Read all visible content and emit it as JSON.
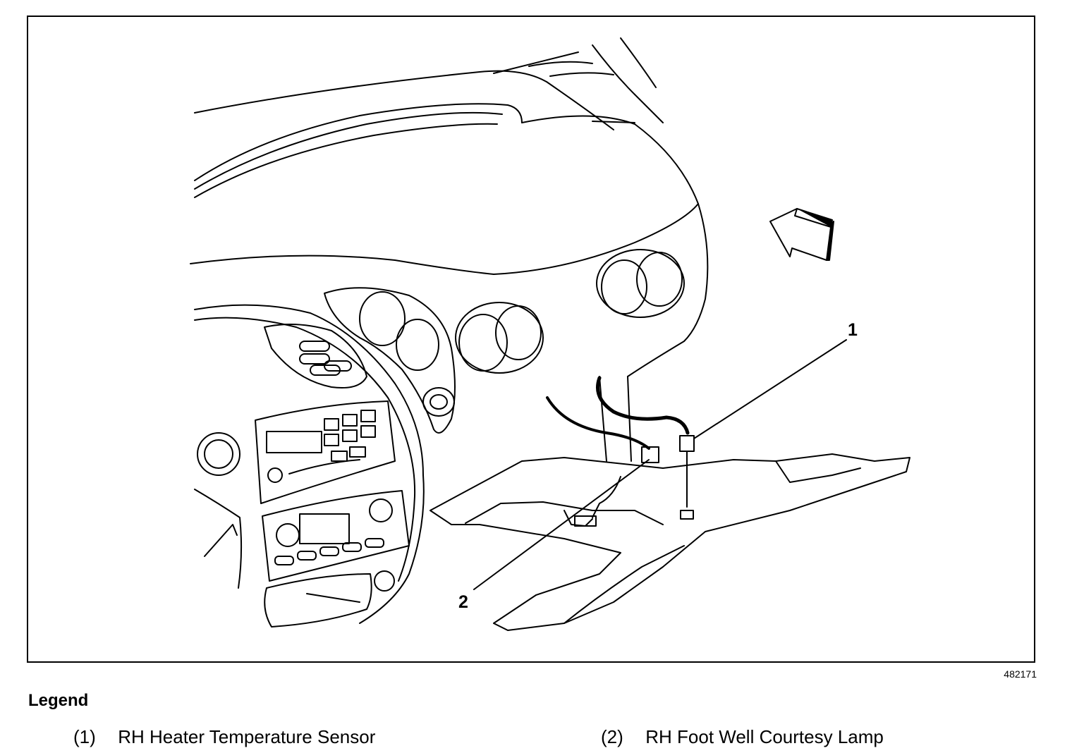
{
  "figure": {
    "id_number": "482171",
    "callouts": [
      {
        "number": "1",
        "target": "RH Heater Temperature Sensor"
      },
      {
        "number": "2",
        "target": "RH Foot Well Courtesy Lamp"
      }
    ],
    "icons": [
      "view-direction-arrow-icon"
    ]
  },
  "legend": {
    "title": "Legend",
    "items": [
      {
        "number": "(1)",
        "label": "RH Heater Temperature Sensor"
      },
      {
        "number": "(2)",
        "label": "RH Foot Well Courtesy Lamp"
      }
    ]
  },
  "colors": {
    "line": "#000000",
    "background": "#ffffff"
  }
}
